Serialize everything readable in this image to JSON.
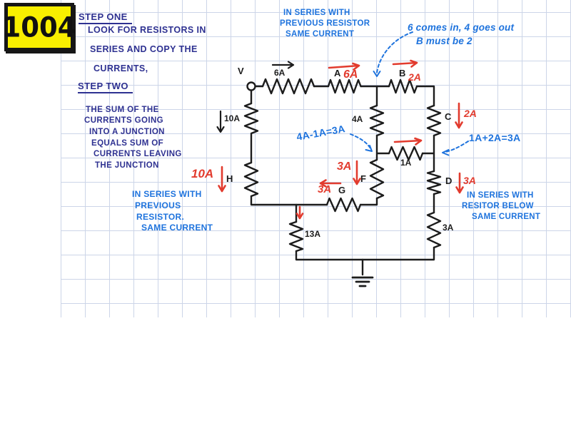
{
  "badge": {
    "number": "1004"
  },
  "steps": {
    "one": {
      "title": "STEP ONE",
      "lines": [
        "LOOK FOR RESISTORS IN",
        "SERIES AND COPY THE",
        "CURRENTS,"
      ]
    },
    "two": {
      "title": "STEP TWO",
      "lines": [
        "THE SUM OF THE",
        "CURRENTS GOING",
        "INTO A JUNCTION",
        "EQUALS SUM OF",
        "CURRENTS LEAVING",
        "THE JUNCTION"
      ]
    }
  },
  "blue_notes": {
    "series_top": [
      "IN SERIES WITH",
      "PREVIOUS RESISTOR",
      "SAME CURRENT"
    ],
    "junction_b": [
      "6 comes in, 4 goes out",
      "B must be 2"
    ],
    "eq_f": "4A-1A=3A",
    "eq_d": "1A+2A=3A",
    "series_h": [
      "IN SERIES WITH",
      "PREVIOUS",
      "RESISTOR.",
      "SAME CURRENT"
    ],
    "series_d": [
      "IN SERIES WITH",
      "RESITOR BELOW",
      "SAME CURRENT"
    ]
  },
  "circuit": {
    "source": "V",
    "printed": {
      "r6": "6A",
      "r10": "10A",
      "r4": "4A",
      "r1": "1A",
      "r13": "13A",
      "r3": "3A"
    },
    "nodes": {
      "a": "A",
      "b": "B",
      "c": "C",
      "d": "D",
      "f": "F",
      "g": "G",
      "h": "H"
    },
    "red_currents": {
      "a": "6A",
      "b": "2A",
      "c": "2A",
      "d": "3A",
      "f": "3A",
      "g": "3A",
      "h": "10A"
    }
  },
  "colors": {
    "ink_navy": "#2e3191",
    "ink_blue": "#1e73dd",
    "ink_red": "#e23b2e",
    "ink_black": "#1c1c1c",
    "grid": "#ccd5e8",
    "badge_yellow": "#f8ef00"
  }
}
